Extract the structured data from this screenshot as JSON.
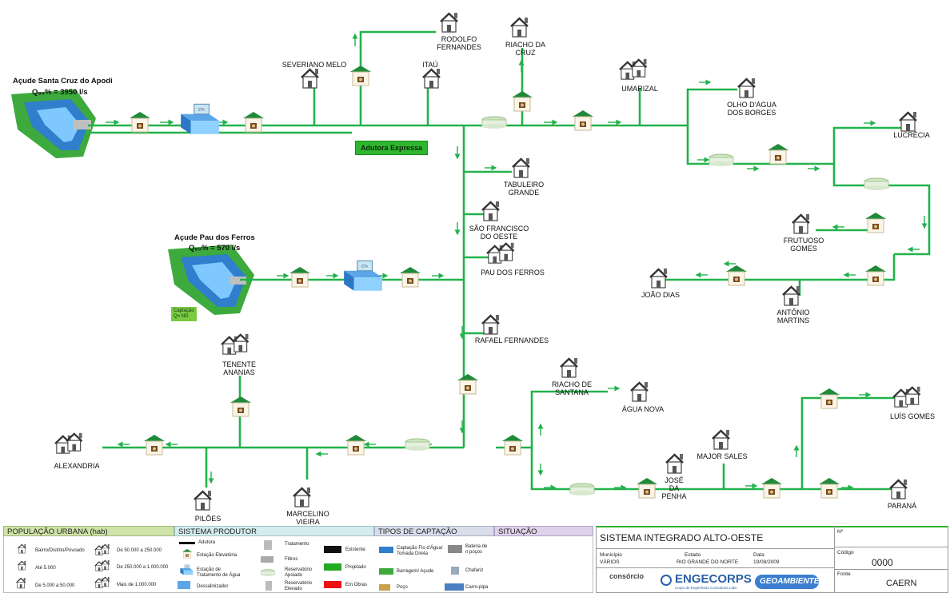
{
  "reservoirs": [
    {
      "name": "Açude Santa Cruz do Apodi",
      "flow": "Q₉₀% = 3950 l/s"
    },
    {
      "name": "Açude Pau dos Ferros",
      "flow": "Q₉₀% = 570 l/s"
    }
  ],
  "badges": {
    "adutora_expressa": "Adutora Expressa",
    "captacao": "Captação\nQ= ND"
  },
  "eta_label": "ETA",
  "towns": [
    "SEVERIANO MELO",
    "ITAÚ",
    "RODOLFO\nFERNANDES",
    "RIACHO DA\nCRUZ",
    "UMARIZAL",
    "OLHO D'ÁGUA\nDOS BORGES",
    "LUCRÉCIA",
    "TABULEIRO\nGRANDE",
    "SÃO FRANCISCO\nDO OESTE",
    "PAU DOS FERROS",
    "FRUTUOSO\nGOMES",
    "JOÃO DIAS",
    "ANTÔNIO\nMARTINS",
    "RAFAEL FERNANDES",
    "TENENTE\nANANIAS",
    "RIACHO DE\nSANTANA",
    "ÁGUA NOVA",
    "LUÍS GOMES",
    "ALEXANDRIA",
    "PILÕES",
    "MARCELINO\nVIEIRA",
    "JOSÉ\nDA\nPENHA",
    "MAJOR SALES",
    "PARANÁ"
  ],
  "legend": {
    "pop_title": "POPULAÇÃO URBANA (hab)",
    "pop_items": [
      "Bairro/Distrito/Povoado",
      "Até 5.000",
      "De 5.000 a 50.000",
      "De 50.000 a 250.000",
      "De 250.000 a 1.000.000",
      "Mais de 1.000.000"
    ],
    "prod_title": "SISTEMA PRODUTOR",
    "prod_items": [
      "Adutora",
      "Estação Elevatória",
      "Estação de\nTratamento de Água",
      "Dessalinizador",
      "Tratamento",
      "Filtros",
      "Reservatório\nApoiado",
      "Reservatório\nElevado"
    ],
    "status_items": [
      "Existente",
      "Projetado",
      "Em Obras"
    ],
    "status_colors": [
      "#111111",
      "#22aa22",
      "#ee1111"
    ],
    "cap_title": "TIPOS DE CAPTAÇÃO",
    "cap_items": [
      "Captação Fio d'Água/\nTomada Direta",
      "Barragem/ Açude",
      "Poço",
      "Bateria de\nn poços",
      "Chafariz",
      "Carro-pipa"
    ],
    "sit_title": "SITUAÇÃO"
  },
  "title_block": {
    "system": "SISTEMA INTEGRADO ALTO-OESTE",
    "no_label": "Nº",
    "municipio_label": "Município",
    "municipio": "VÁRIOS",
    "estado_label": "Estado",
    "estado": "RIO GRANDE DO NORTE",
    "data_label": "Data",
    "data": "19/08/2009",
    "codigo_label": "Código",
    "codigo": "0000",
    "consorcio": "consórcio",
    "engecorps": "ENGECORPS",
    "engecorps_sub": "Corpo de Engenharia Consultoria Ltda.",
    "geoambiente": "GEOAMBIENTE",
    "fonte_label": "Fonte",
    "fonte": "CAERN"
  },
  "colors": {
    "pipe": "#22b24c",
    "roof": "#1e8a3a",
    "legend_pop": "#cfe3a8",
    "legend_prod": "#d5ecee",
    "legend_cap": "#d8dde9",
    "legend_sit": "#ddd2ea"
  }
}
